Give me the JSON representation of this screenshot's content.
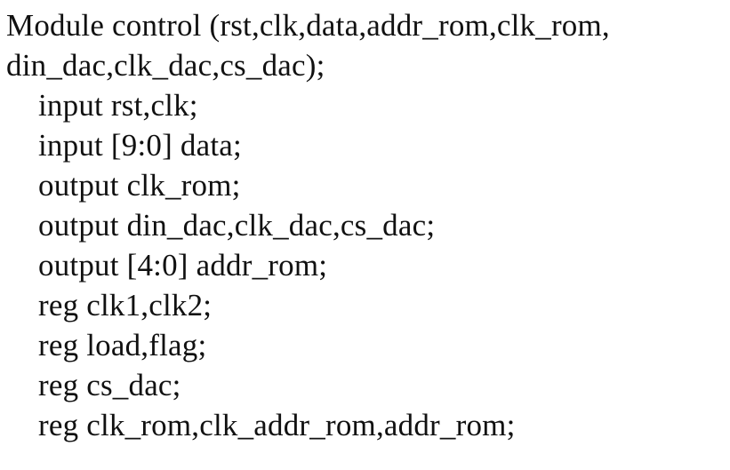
{
  "document": {
    "kind": "verilog-code-listing",
    "background_color": "#ffffff",
    "text_color": "#111111",
    "module_name": "control",
    "lines": [
      {
        "indent": 0,
        "text": "Module control (rst,clk,data,addr_rom,clk_rom,"
      },
      {
        "indent": 0,
        "text": "din_dac,clk_dac,cs_dac);"
      },
      {
        "indent": 1,
        "text": "input rst,clk;"
      },
      {
        "indent": 1,
        "text": "input [9:0] data;"
      },
      {
        "indent": 1,
        "text": "output clk_rom;"
      },
      {
        "indent": 1,
        "text": "output din_dac,clk_dac,cs_dac;"
      },
      {
        "indent": 1,
        "text": "output [4:0] addr_rom;"
      },
      {
        "indent": 1,
        "text": "reg clk1,clk2;"
      },
      {
        "indent": 1,
        "text": "reg load,flag;"
      },
      {
        "indent": 1,
        "text": "reg cs_dac;"
      },
      {
        "indent": 1,
        "text": "reg clk_rom,clk_addr_rom,addr_rom;"
      }
    ]
  }
}
